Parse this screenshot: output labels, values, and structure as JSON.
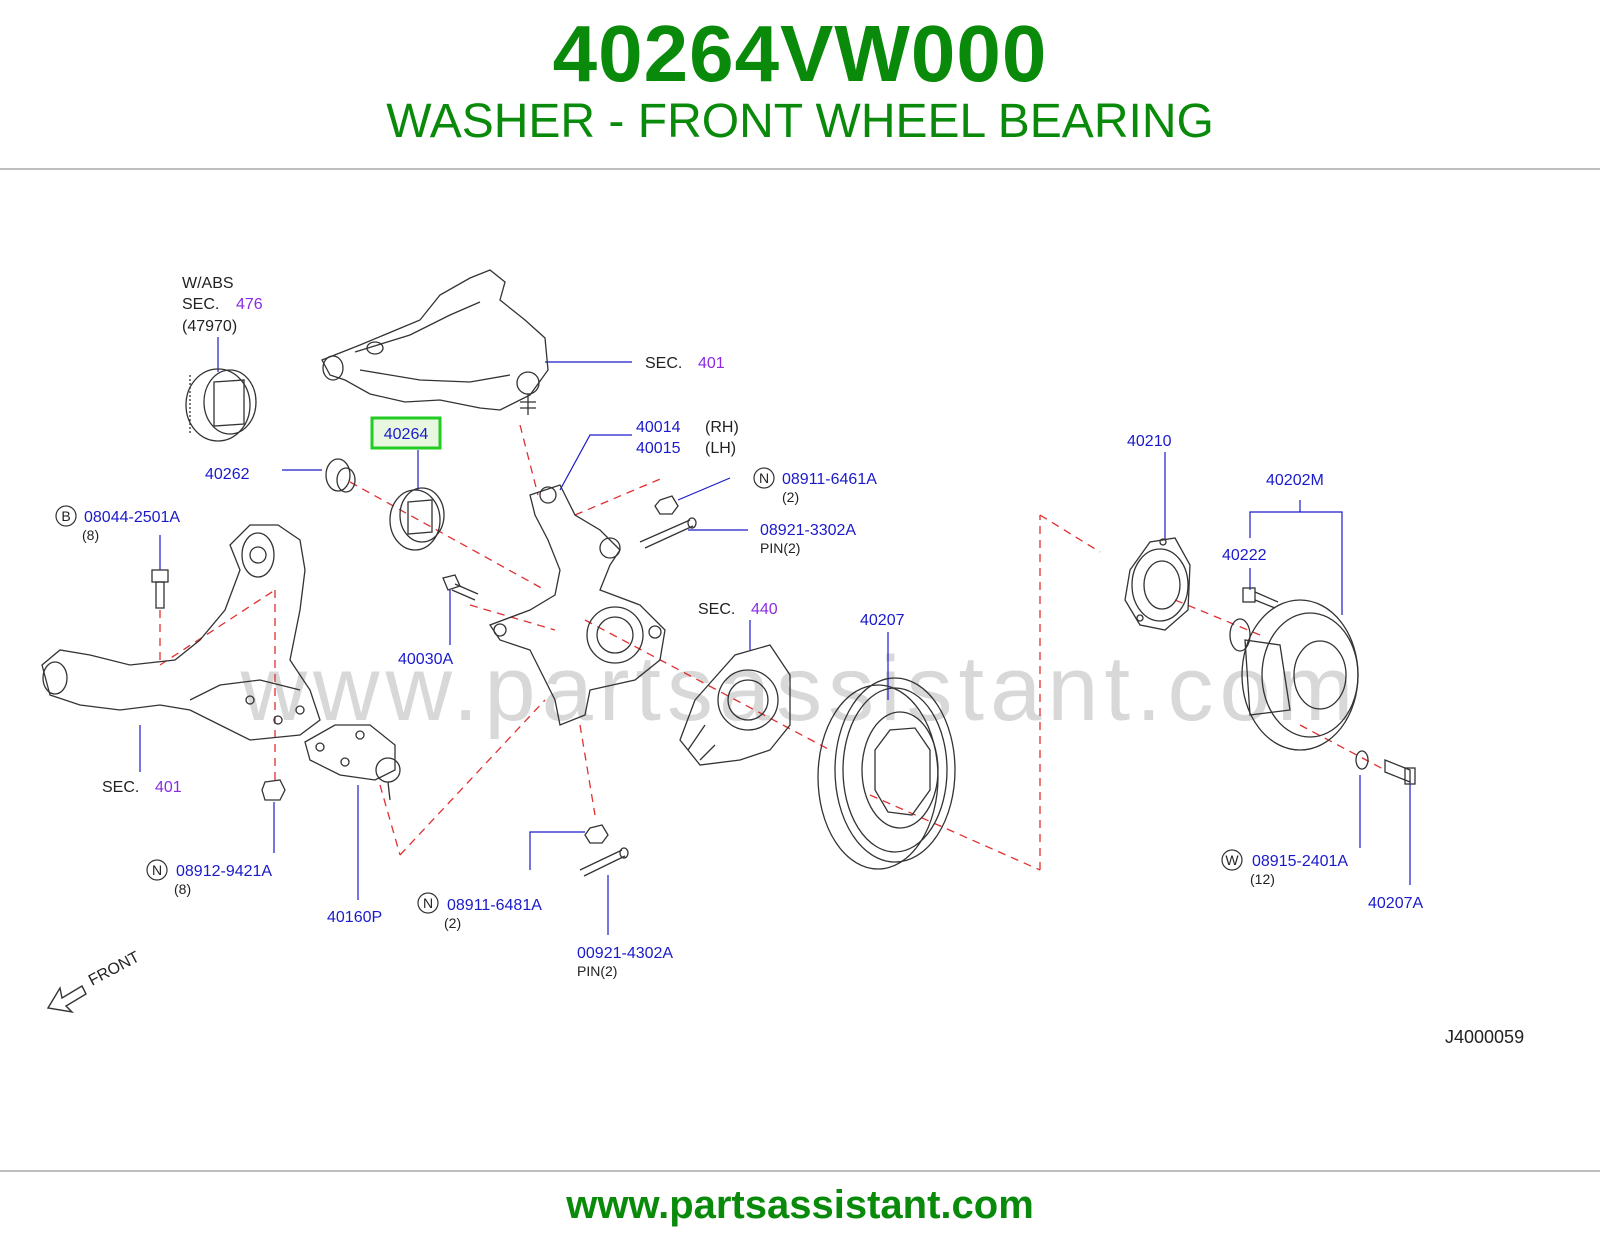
{
  "header": {
    "part_number": "40264VW000",
    "description": "WASHER - FRONT WHEEL BEARING"
  },
  "footer": {
    "url": "www.partsassistant.com"
  },
  "watermark": "www.partsassistant.com",
  "colors": {
    "brand_green": "#0a8a0a",
    "part_link": "#1a1acc",
    "section_link": "#8a2be2",
    "leader_red": "#e03030",
    "highlight": "#22cc22"
  },
  "diagram": {
    "code": "J4000059",
    "front_label": "FRONT",
    "abs_note": {
      "line1": "W/ABS",
      "sec_prefix": "SEC.",
      "sec_num": "476",
      "line3": "(47970)"
    },
    "labels": {
      "sec401_top": {
        "prefix": "SEC.",
        "num": "401"
      },
      "sec401_bottom": {
        "prefix": "SEC.",
        "num": "401"
      },
      "sec440": {
        "prefix": "SEC.",
        "num": "440"
      },
      "p40264": "40264",
      "p40262": "40262",
      "p40014": "40014",
      "p40014_side": "(RH)",
      "p40015": "40015",
      "p40015_side": "(LH)",
      "p08911_6461A": {
        "badge": "N",
        "num": "08911-6461A",
        "qty": "(2)"
      },
      "p08921_3302A": {
        "num": "08921-3302A",
        "qty": "PIN(2)"
      },
      "p08044_2501A": {
        "badge": "B",
        "num": "08044-2501A",
        "qty": "(8)"
      },
      "p40030A": "40030A",
      "p40207": "40207",
      "p40210": "40210",
      "p40202M": "40202M",
      "p40222": "40222",
      "p08912_9421A": {
        "badge": "N",
        "num": "08912-9421A",
        "qty": "(8)"
      },
      "p40160P": "40160P",
      "p08911_6481A": {
        "badge": "N",
        "num": "08911-6481A",
        "qty": "(2)"
      },
      "p00921_4302A": {
        "num": "00921-4302A",
        "qty": "PIN(2)"
      },
      "p08915_2401A": {
        "badge": "W",
        "num": "08915-2401A",
        "qty": "(12)"
      },
      "p40207A": "40207A"
    }
  }
}
